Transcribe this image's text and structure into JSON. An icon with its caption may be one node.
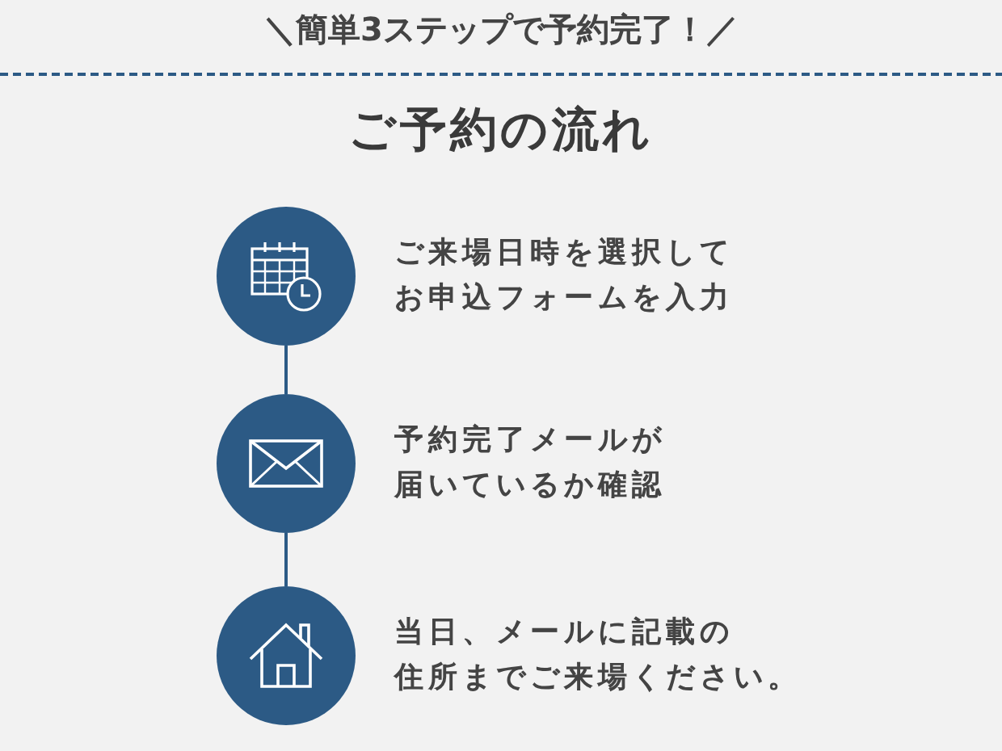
{
  "diagram": {
    "title": "ご予約の流れ",
    "nodes": [
      {
        "text": [],
        "shape": "circle",
        "beside": [
          "ご来場日時を選択してお申込フォームを入力"
        ]
      },
      {
        "text": [],
        "shape": "circle",
        "beside": [
          "予約完了メールが届いているか確認"
        ]
      },
      {
        "text": [],
        "shape": "circle",
        "beside": [
          "当日、メールに記載の住所までご来場ください。"
        ]
      }
    ],
    "edges": [
      {
        "from": 0,
        "to": 1,
        "arrow": "none"
      },
      {
        "from": 1,
        "to": 2,
        "arrow": "none"
      }
    ],
    "labels": [
      "＼簡単3ステップで予約完了！／"
    ]
  }
}
